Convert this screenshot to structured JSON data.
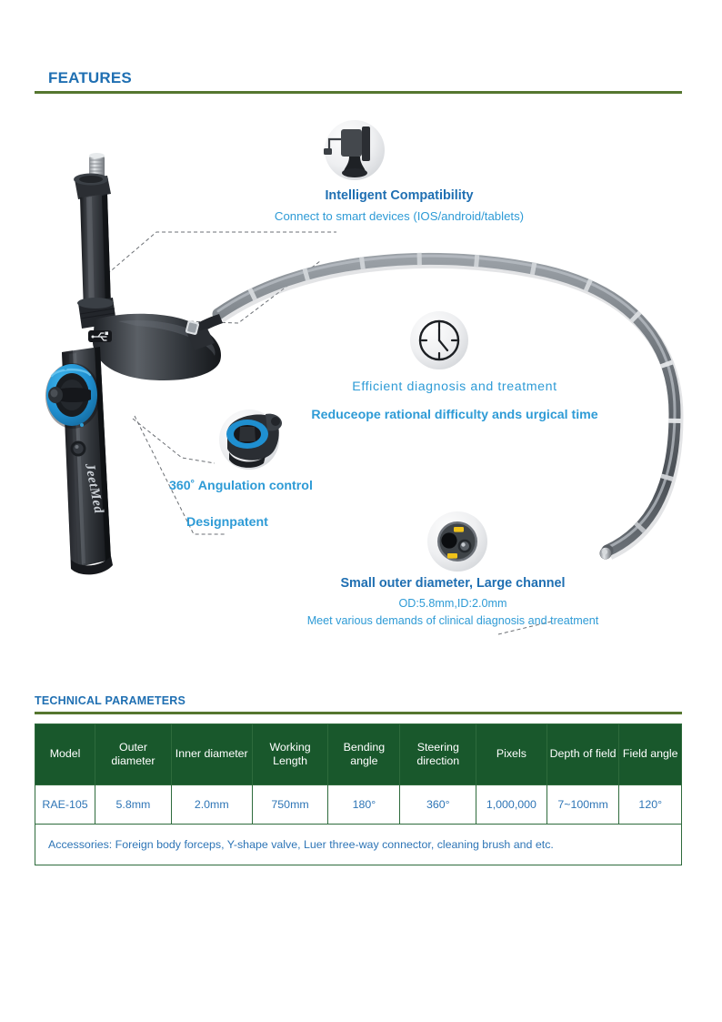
{
  "sections": {
    "features_title": "FEATURES",
    "technical_title": "TECHNICAL PARAMETERS"
  },
  "colors": {
    "heading_blue": "#1F6FB2",
    "rule_green": "#55762F",
    "table_header_green": "#19582C",
    "table_border_green": "#2E6B3C",
    "table_text_blue": "#2E75B6",
    "callout_blue": "#2E9BD6",
    "accent_blue": "#2196D6"
  },
  "product": {
    "brand_label": "JeetMed"
  },
  "callouts": [
    {
      "id": "intelligent-compatibility",
      "icon": "smart-device-holder-icon",
      "headline": "Intelligent Compatibility",
      "sub": "Connect to smart devices (IOS/android/tablets)"
    },
    {
      "id": "efficient-diagnosis",
      "icon": "clock-icon",
      "line1": "Efficient  diagnosis  and  treatment",
      "line2": "Reduceope rational difficulty ands urgical time"
    },
    {
      "id": "angulation-control",
      "icon": "angulation-wheel-icon",
      "line1": "360˚  Angulation control",
      "line2": "Designpatent"
    },
    {
      "id": "small-outer-diameter",
      "icon": "distal-tip-icon",
      "headline": "Small outer diameter, Large channel",
      "sub": "OD:5.8mm,ID:2.0mm",
      "sub2": "Meet various demands of clinical diagnosis and treatment"
    }
  ],
  "table": {
    "headers": [
      "Model",
      "Outer diameter",
      "Inner diameter",
      "Working Length",
      "Bending angle",
      "Steering direction",
      "Pixels",
      "Depth of field",
      "Field angle"
    ],
    "rows": [
      [
        "RAE-105",
        "5.8mm",
        "2.0mm",
        "750mm",
        "180°",
        "360°",
        "1,000,000",
        "7~100mm",
        "120°"
      ]
    ],
    "accessories": "Accessories:  Foreign body forceps, Y-shape valve, Luer three-way connector, cleaning brush and etc."
  }
}
